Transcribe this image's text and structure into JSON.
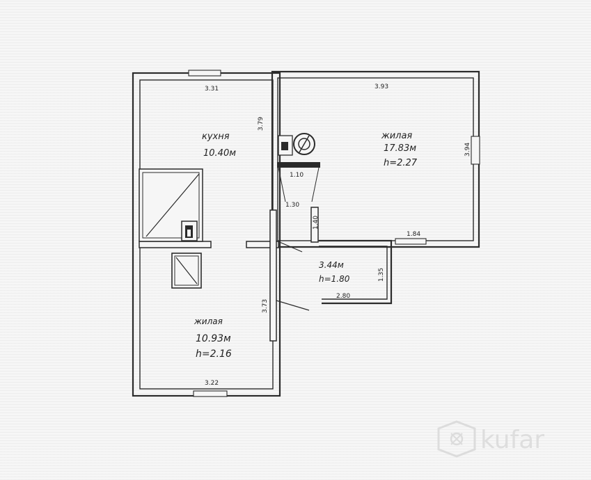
{
  "rooms": {
    "kitchen": {
      "name": "кухня",
      "area": "10.40м"
    },
    "room1": {
      "name": "жилая",
      "area": "17.83м",
      "height": "h=2.27"
    },
    "hall": {
      "area": "3.44м",
      "height": "h=1.80"
    },
    "room2": {
      "name": "жилая",
      "area": "10.93м",
      "height": "h=2.16"
    }
  },
  "dims": {
    "top_kitchen": "3.31",
    "top_room1": "3.93",
    "kitchen_right": "3.79",
    "room1_right": "3.94",
    "partition": "1.10",
    "corridor": "1.30",
    "room1_left_lower": "1.40",
    "room1_bottom": "1.84",
    "hall_right": "1.35",
    "hall_bottom": "2.80",
    "room2_right": "3.73",
    "bottom": "3.22"
  },
  "watermark": {
    "brand": "kufar",
    "icon": "kufar-logo-icon"
  }
}
